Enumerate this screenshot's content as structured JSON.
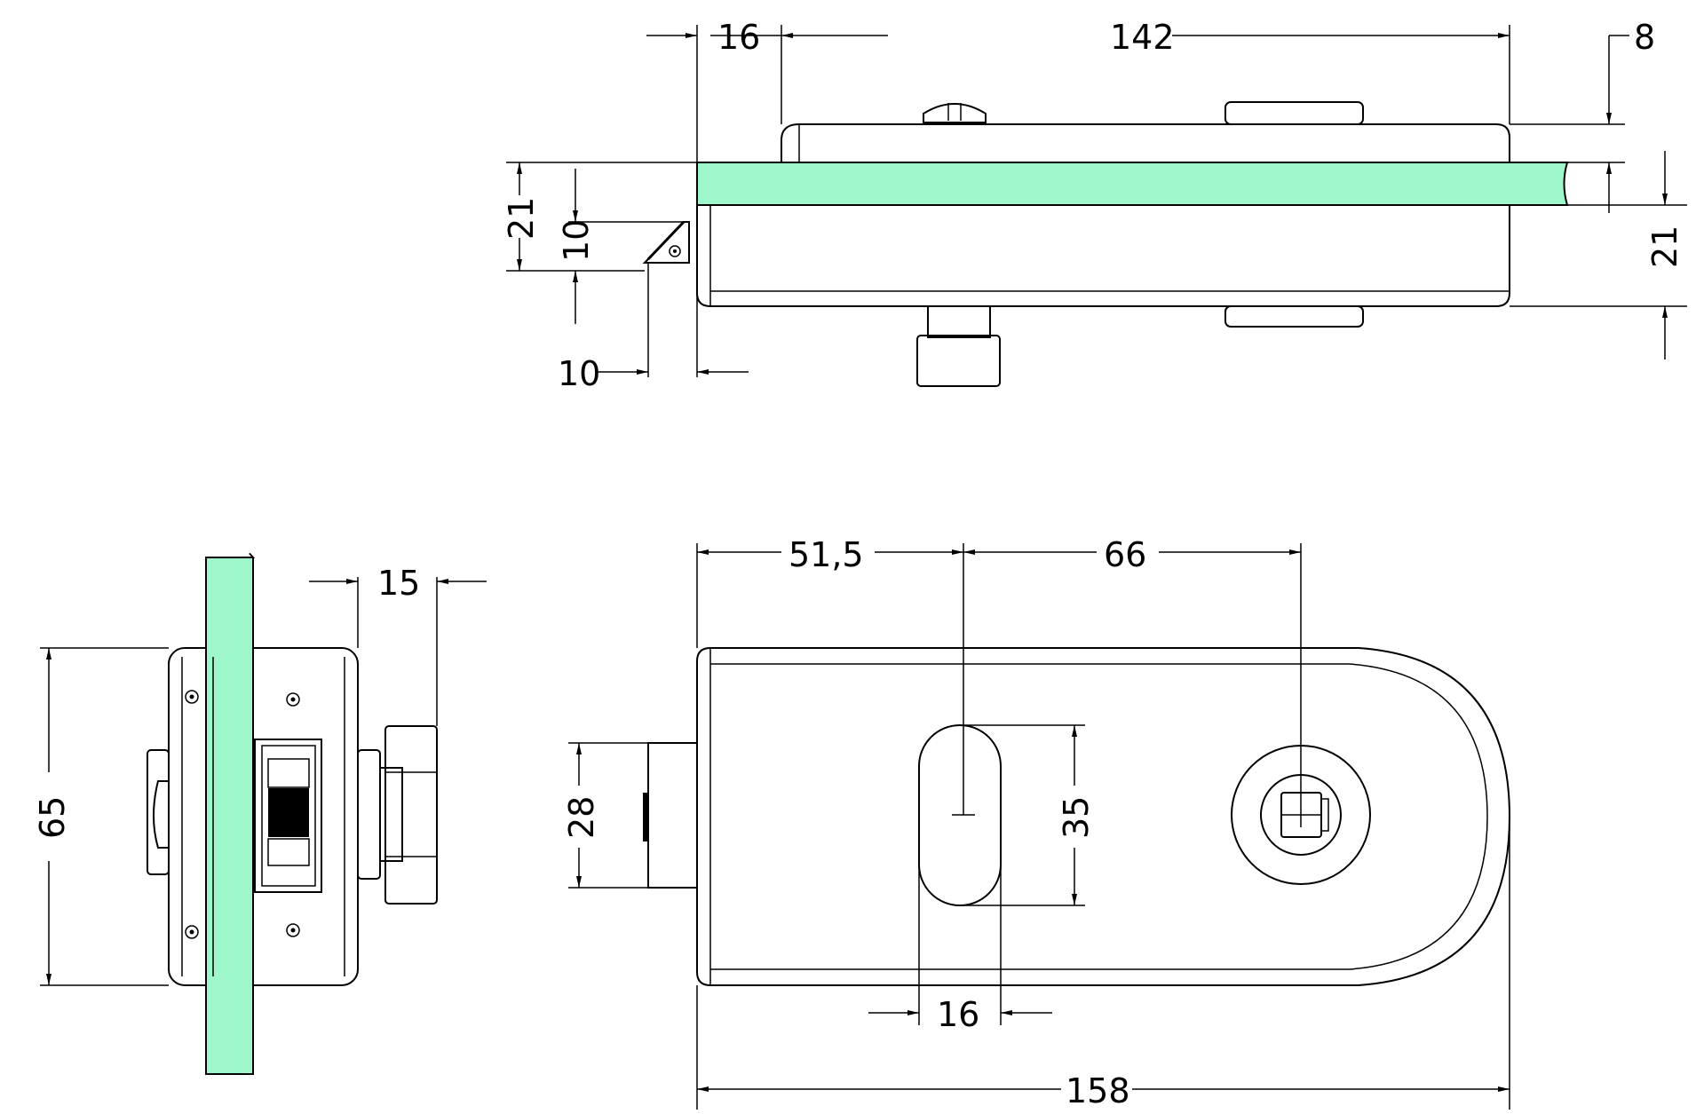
{
  "accent_colors": {
    "glass": "#9ef7cb",
    "line": "#000000"
  },
  "dimensions": {
    "top_view": {
      "d16": "16",
      "d142": "142",
      "d8": "8",
      "d21_left": "21",
      "d10_vertical": "10",
      "d21_right": "21",
      "d10_bottom": "10"
    },
    "side_view": {
      "d15": "15",
      "d65": "65"
    },
    "front_view": {
      "d51_5": "51,5",
      "d66": "66",
      "d28": "28",
      "d35": "35",
      "d16": "16",
      "d158": "158"
    }
  }
}
